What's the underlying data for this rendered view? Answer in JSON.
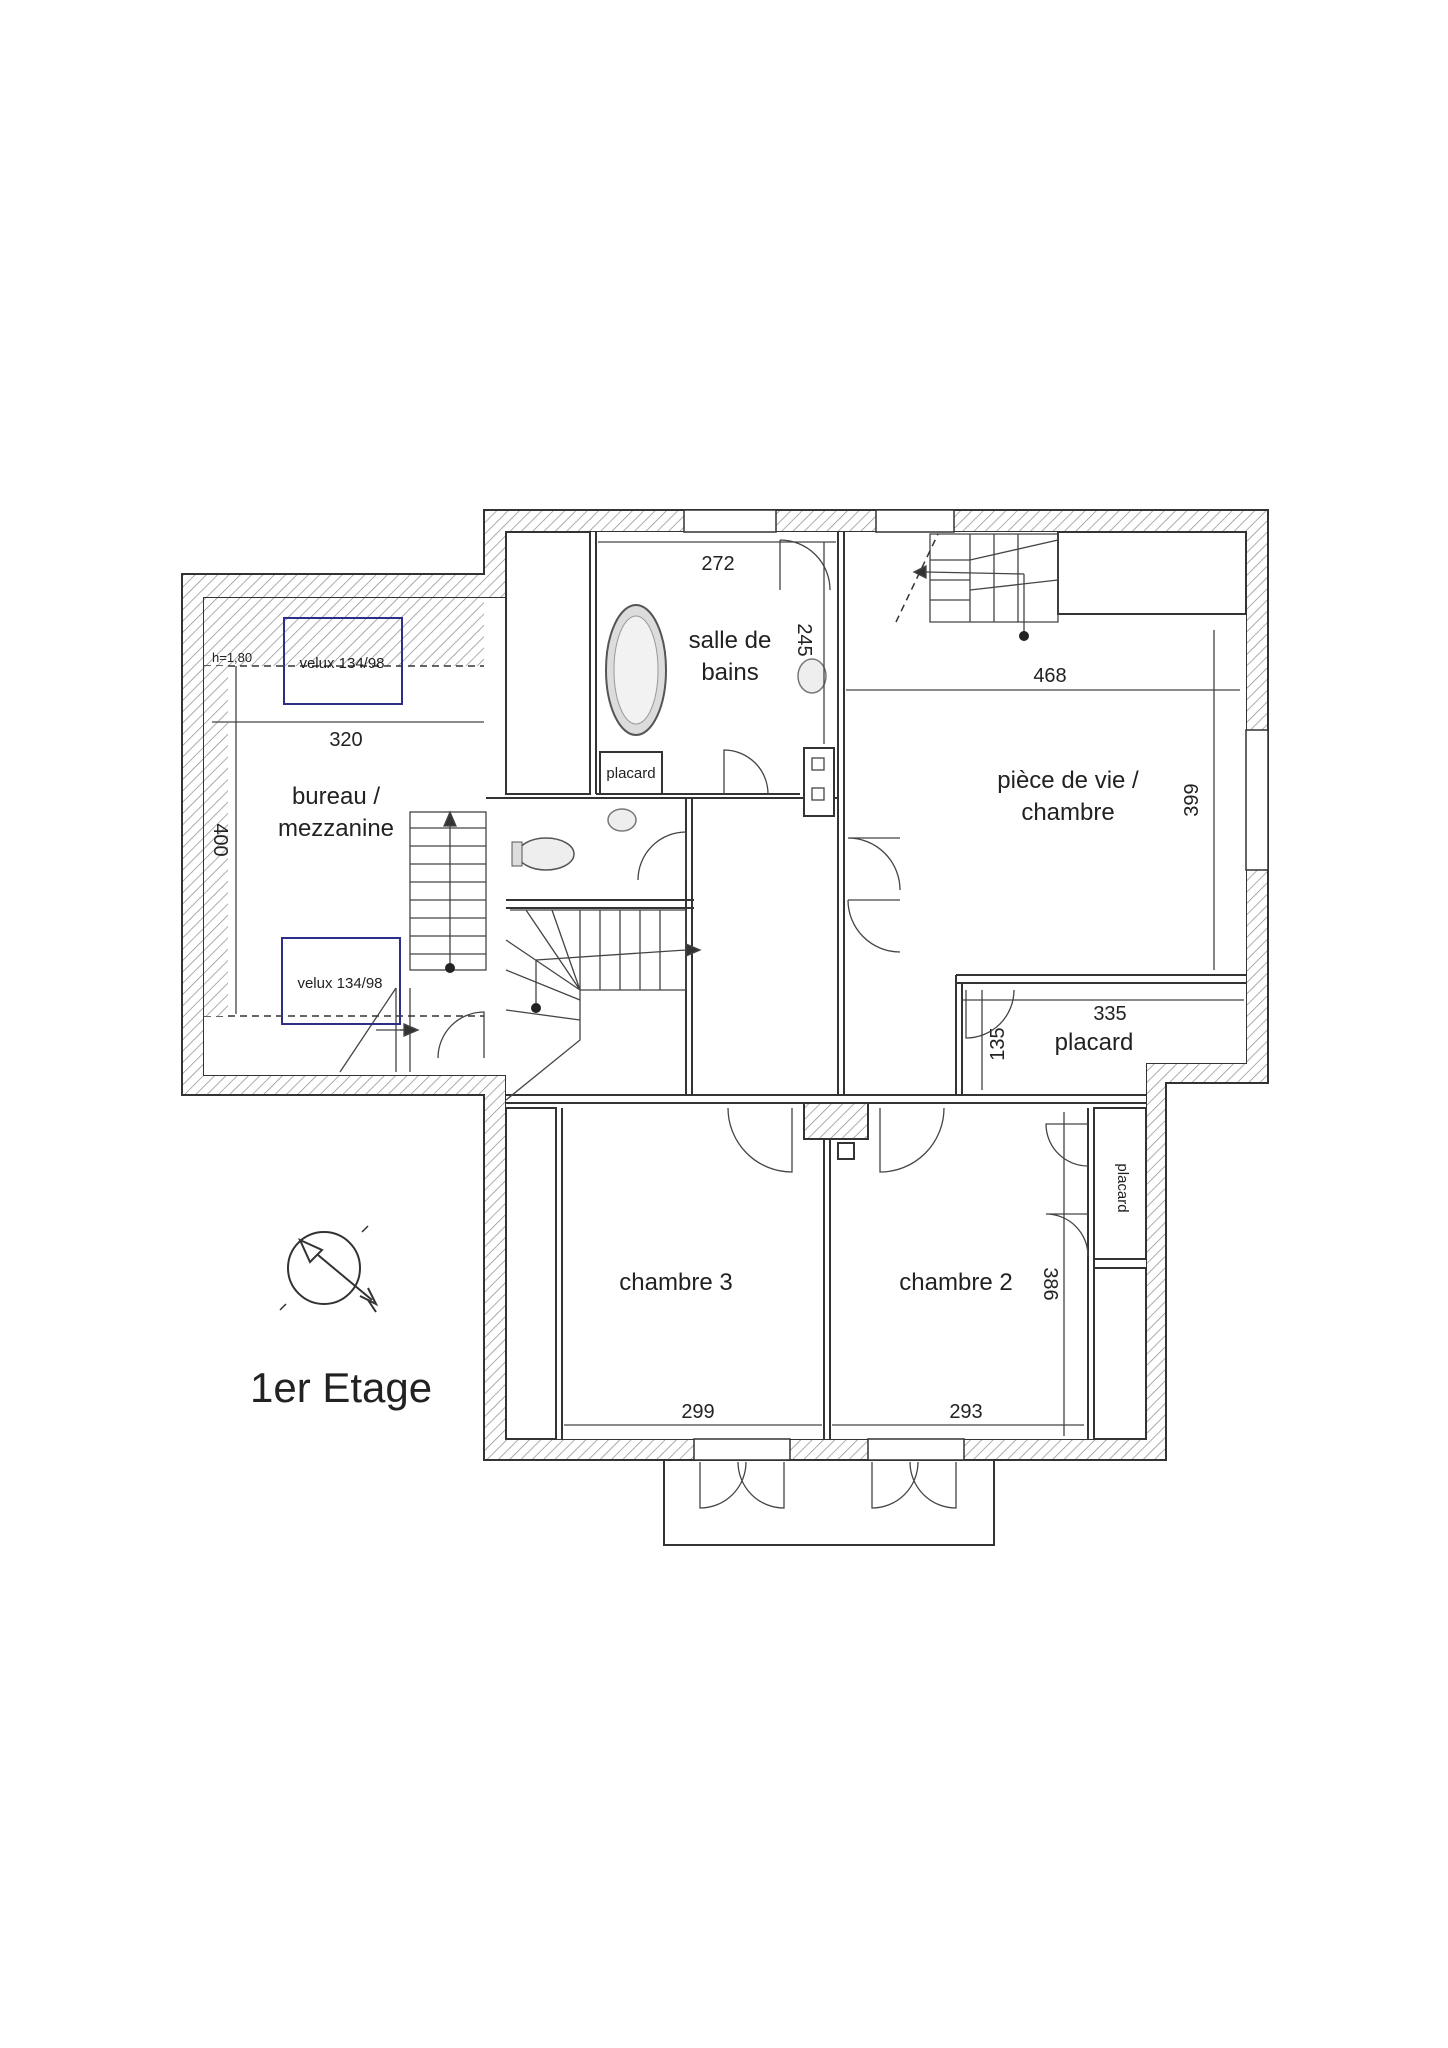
{
  "title": "1er Etage",
  "rooms": {
    "salle_de_bains": [
      "salle de",
      "bains"
    ],
    "bureau": [
      "bureau /",
      "mezzanine"
    ],
    "piece_de_vie": [
      "pièce de vie /",
      "chambre"
    ],
    "chambre3": "chambre 3",
    "chambre2": "chambre 2",
    "placard_large": "placard",
    "placard_bath": "placard",
    "placard_right": "placard"
  },
  "dimensions": {
    "bath_width": "272",
    "bath_height": "245",
    "bureau_width": "320",
    "bureau_height": "400",
    "living_width": "468",
    "living_height": "399",
    "placard_width": "335",
    "placard_height": "135",
    "chambre3_width": "299",
    "chambre2_width": "293",
    "chambre2_height": "386"
  },
  "annotations": {
    "velux_top": "velux 134/98",
    "velux_bottom": "velux 134/98",
    "ceiling_height": "h=1,80"
  },
  "colors": {
    "wall": "#333333",
    "hatch": "#888888",
    "velux": "#2b2f86"
  }
}
